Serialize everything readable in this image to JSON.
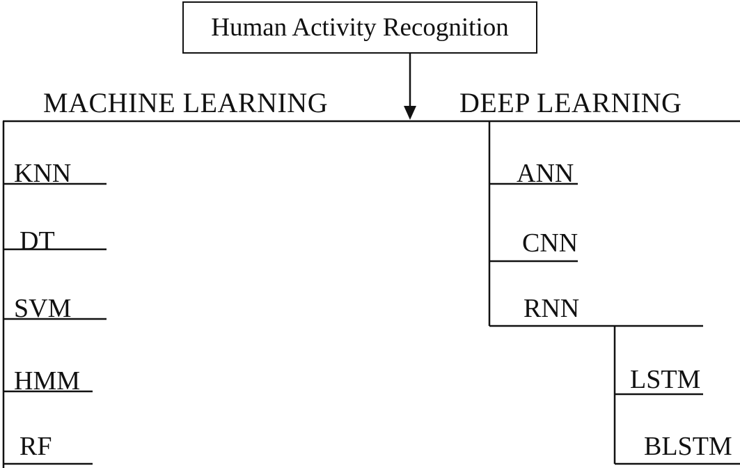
{
  "root": {
    "title": "Human Activity Recognition"
  },
  "branches": {
    "left": {
      "title": "MACHINE LEARNING",
      "items": [
        "KNN",
        "DT",
        "SVM",
        "HMM",
        "RF"
      ]
    },
    "right": {
      "title": "DEEP LEARNING",
      "items": [
        "ANN",
        "CNN",
        "RNN"
      ],
      "sub_items": [
        "LSTM",
        "BLSTM"
      ]
    }
  }
}
